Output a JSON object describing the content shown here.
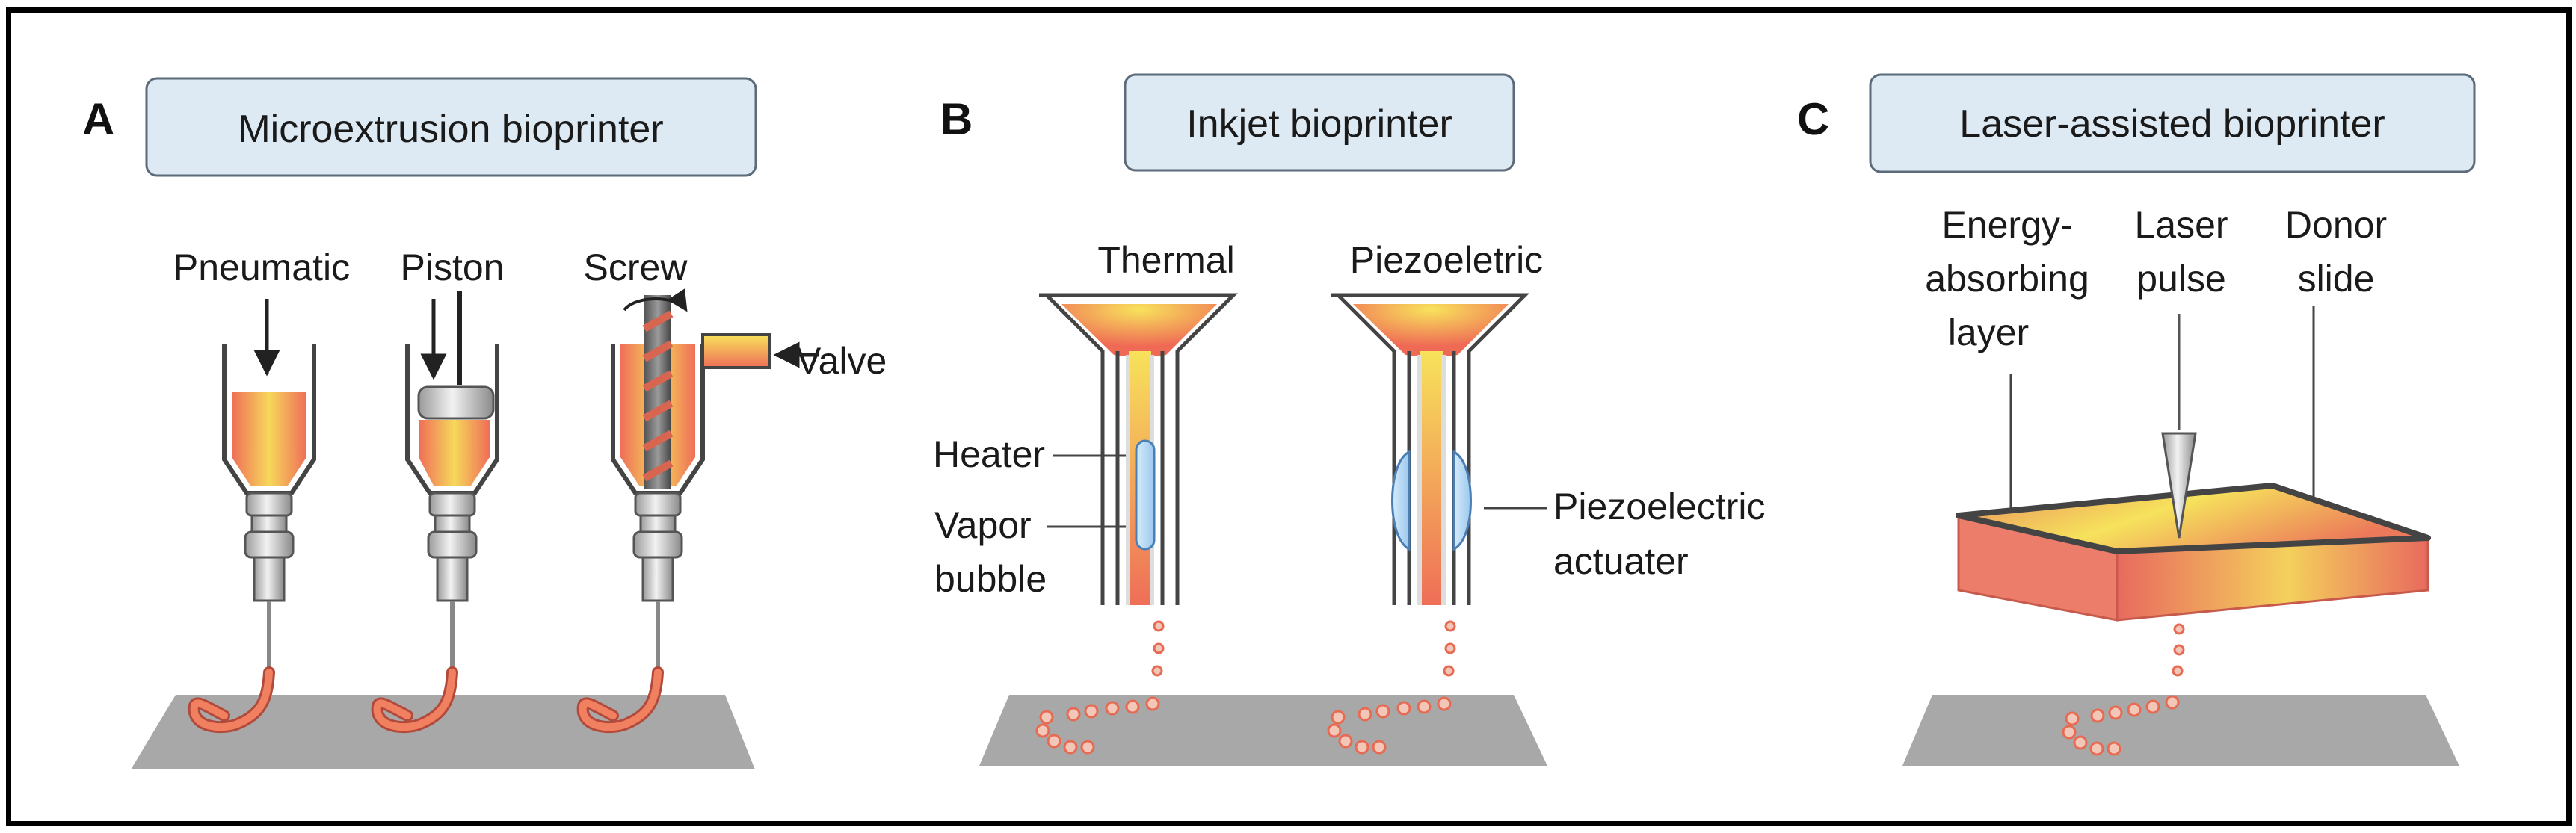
{
  "panels": {
    "a": {
      "letter": "A",
      "title": "Microextrusion bioprinter",
      "labels": {
        "pneumatic": "Pneumatic",
        "piston": "Piston",
        "screw": "Screw",
        "valve": "Valve"
      }
    },
    "b": {
      "letter": "B",
      "title": "Inkjet bioprinter",
      "labels": {
        "thermal": "Thermal",
        "piezo": "Piezoeletric",
        "heater": "Heater",
        "vapor1": "Vapor",
        "vapor2": "bubble",
        "actuator1": "Piezoelectric",
        "actuator2": "actuater"
      }
    },
    "c": {
      "letter": "C",
      "title": "Laser-assisted bioprinter",
      "labels": {
        "energy1": "Energy-",
        "energy2": "absorbing",
        "energy3": "layer",
        "laser1": "Laser",
        "laser2": "pulse",
        "donor1": "Donor",
        "donor2": "slide"
      }
    }
  },
  "colors": {
    "title_box_fill": "#dde9f3",
    "title_box_stroke": "#5b6b7a",
    "ink_orange": "#f08060",
    "ink_yellow": "#f7e25a",
    "platform_gray": "#a8a8a8",
    "droplet": "#e76a52"
  }
}
